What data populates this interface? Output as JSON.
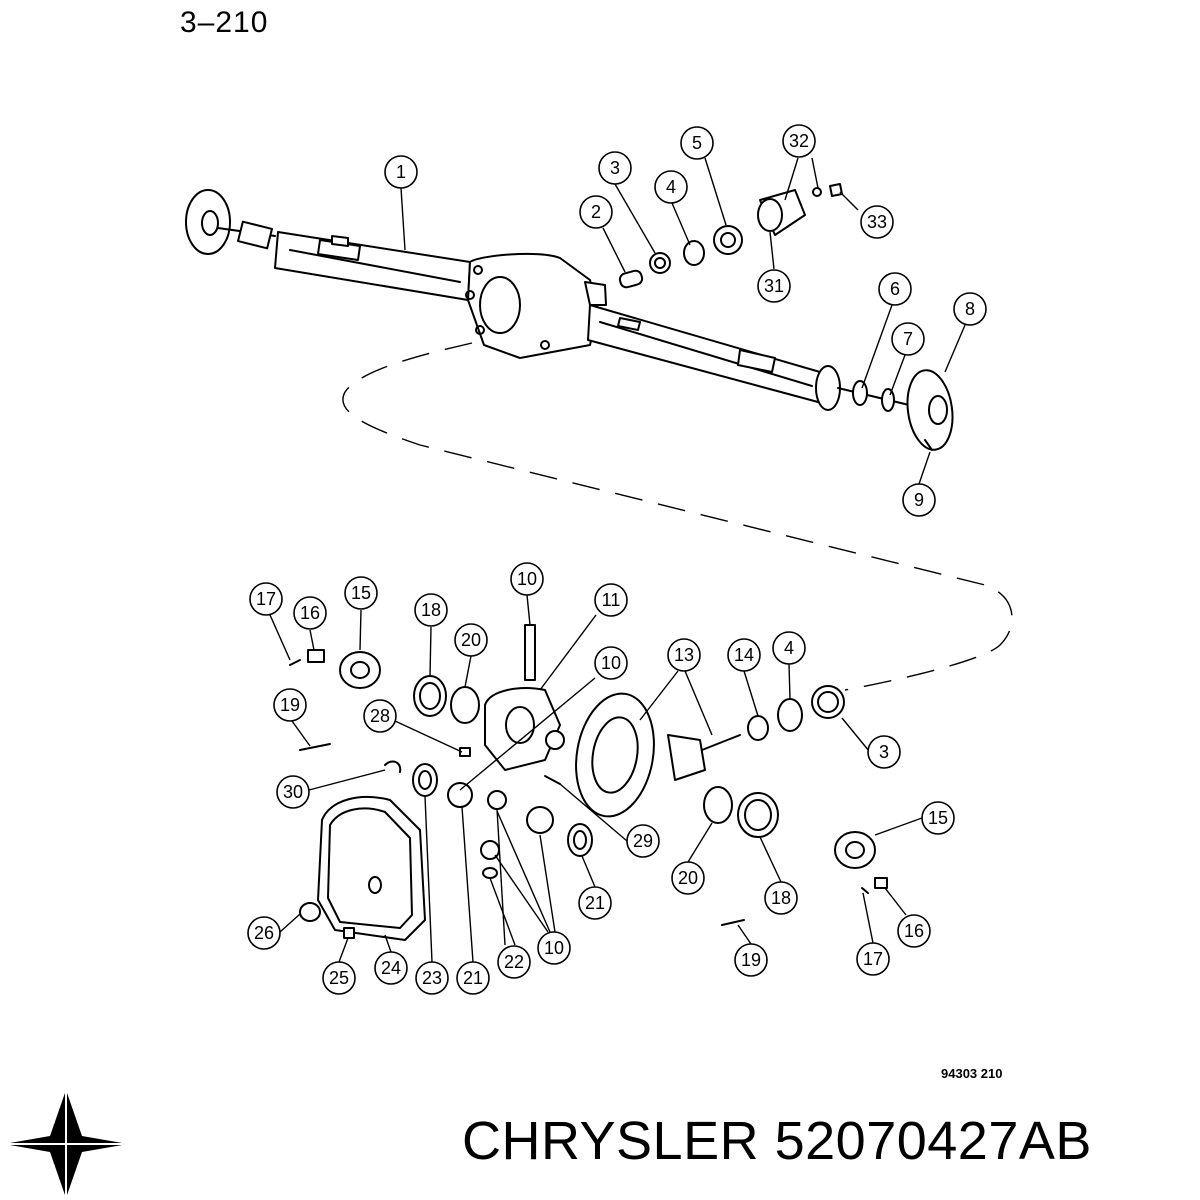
{
  "header": {
    "page_ref": "3–210"
  },
  "footer": {
    "figure_code": "94303  210",
    "brand": "CHRYSLER",
    "part_number": "52070427AB",
    "brand_line": "CHRYSLER 52070427AB"
  },
  "logo": {
    "icon": "pentastar-icon",
    "color": "#000000"
  },
  "callouts": [
    {
      "id": "c1",
      "label": "1"
    },
    {
      "id": "c2",
      "label": "2"
    },
    {
      "id": "c3a",
      "label": "3"
    },
    {
      "id": "c4a",
      "label": "4"
    },
    {
      "id": "c5",
      "label": "5"
    },
    {
      "id": "c32",
      "label": "32"
    },
    {
      "id": "c33",
      "label": "33"
    },
    {
      "id": "c31",
      "label": "31"
    },
    {
      "id": "c6",
      "label": "6"
    },
    {
      "id": "c7",
      "label": "7"
    },
    {
      "id": "c8",
      "label": "8"
    },
    {
      "id": "c9",
      "label": "9"
    },
    {
      "id": "c17a",
      "label": "17"
    },
    {
      "id": "c16a",
      "label": "16"
    },
    {
      "id": "c15a",
      "label": "15"
    },
    {
      "id": "c18a",
      "label": "18"
    },
    {
      "id": "c20a",
      "label": "20"
    },
    {
      "id": "c10a",
      "label": "10"
    },
    {
      "id": "c11",
      "label": "11"
    },
    {
      "id": "c10b",
      "label": "10"
    },
    {
      "id": "c13",
      "label": "13"
    },
    {
      "id": "c14",
      "label": "14"
    },
    {
      "id": "c4b",
      "label": "4"
    },
    {
      "id": "c19a",
      "label": "19"
    },
    {
      "id": "c28",
      "label": "28"
    },
    {
      "id": "c3b",
      "label": "3"
    },
    {
      "id": "c30",
      "label": "30"
    },
    {
      "id": "c29",
      "label": "29"
    },
    {
      "id": "c15b",
      "label": "15"
    },
    {
      "id": "c20b",
      "label": "20"
    },
    {
      "id": "c18b",
      "label": "18"
    },
    {
      "id": "c21a",
      "label": "21"
    },
    {
      "id": "c26",
      "label": "26"
    },
    {
      "id": "c25",
      "label": "25"
    },
    {
      "id": "c24",
      "label": "24"
    },
    {
      "id": "c23",
      "label": "23"
    },
    {
      "id": "c21b",
      "label": "21"
    },
    {
      "id": "c22",
      "label": "22"
    },
    {
      "id": "c10c",
      "label": "10"
    },
    {
      "id": "c19b",
      "label": "19"
    },
    {
      "id": "c17b",
      "label": "17"
    },
    {
      "id": "c16b",
      "label": "16"
    }
  ]
}
